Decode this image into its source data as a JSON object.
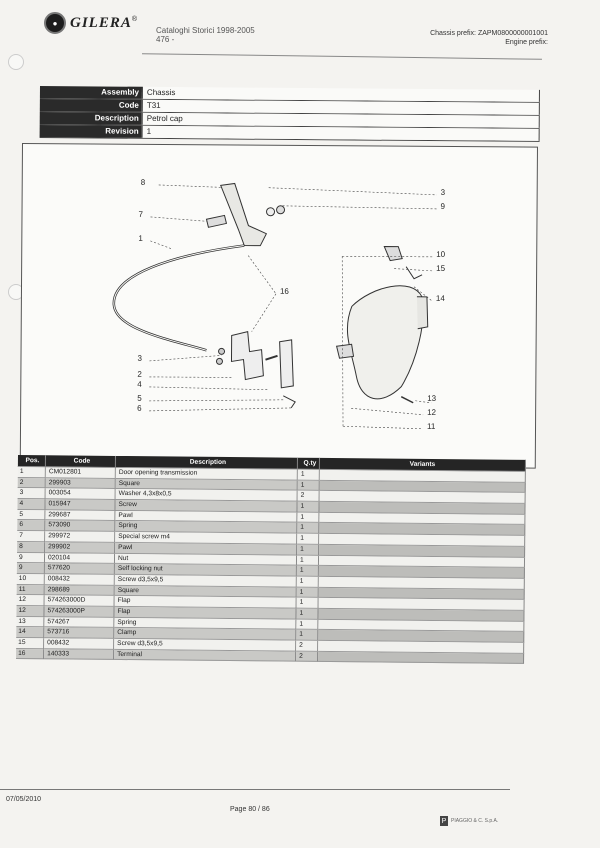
{
  "header": {
    "logo_text": "GILERA",
    "logo_reg": "®",
    "catalog_title": "Cataloghi Storici 1998-2005",
    "catalog_sub": "476 -",
    "chassis_prefix": "Chassis prefix: ZAPM0800000001001",
    "engine_prefix": "Engine prefix:"
  },
  "info": [
    {
      "key": "Assembly",
      "value": "Chassis"
    },
    {
      "key": "Code",
      "value": "T31"
    },
    {
      "key": "Description",
      "value": "Petrol cap"
    },
    {
      "key": "Revision",
      "value": "1"
    }
  ],
  "callouts": [
    "8",
    "7",
    "1",
    "3",
    "9",
    "10",
    "15",
    "14",
    "16",
    "3",
    "2",
    "4",
    "5",
    "6",
    "13",
    "12",
    "11"
  ],
  "parts_header": {
    "pos": "Pos.",
    "code": "Code",
    "description": "Description",
    "qty": "Q.ty",
    "variants": "Variants"
  },
  "parts": [
    {
      "pos": "1",
      "code": "CM012801",
      "description": "Door opening transmission",
      "qty": "1"
    },
    {
      "pos": "2",
      "code": "299903",
      "description": "Square",
      "qty": "1"
    },
    {
      "pos": "3",
      "code": "003054",
      "description": "Washer 4,3x8x0,5",
      "qty": "2"
    },
    {
      "pos": "4",
      "code": "015947",
      "description": "Screw",
      "qty": "1"
    },
    {
      "pos": "5",
      "code": "299687",
      "description": "Pawl",
      "qty": "1"
    },
    {
      "pos": "6",
      "code": "573090",
      "description": "Spring",
      "qty": "1"
    },
    {
      "pos": "7",
      "code": "299972",
      "description": "Special screw m4",
      "qty": "1"
    },
    {
      "pos": "8",
      "code": "299902",
      "description": "Pawl",
      "qty": "1"
    },
    {
      "pos": "9",
      "code": "020104",
      "description": "Nut",
      "qty": "1"
    },
    {
      "pos": "9",
      "code": "577620",
      "description": "Self locking nut",
      "qty": "1"
    },
    {
      "pos": "10",
      "code": "008432",
      "description": "Screw d3,5x9,5",
      "qty": "1"
    },
    {
      "pos": "11",
      "code": "298689",
      "description": "Square",
      "qty": "1"
    },
    {
      "pos": "12",
      "code": "574263000D",
      "description": "Flap",
      "qty": "1"
    },
    {
      "pos": "12",
      "code": "574263000P",
      "description": "Flap",
      "qty": "1"
    },
    {
      "pos": "13",
      "code": "574267",
      "description": "Spring",
      "qty": "1"
    },
    {
      "pos": "14",
      "code": "573716",
      "description": "Clamp",
      "qty": "1"
    },
    {
      "pos": "15",
      "code": "008432",
      "description": "Screw d3,5x9,5",
      "qty": "2"
    },
    {
      "pos": "16",
      "code": "140333",
      "description": "Terminal",
      "qty": "2"
    }
  ],
  "footer": {
    "date": "07/05/2010",
    "page_label": "Page",
    "page_value": "80 / 86",
    "brand": "PIAGGIO & C. S.p.A."
  }
}
